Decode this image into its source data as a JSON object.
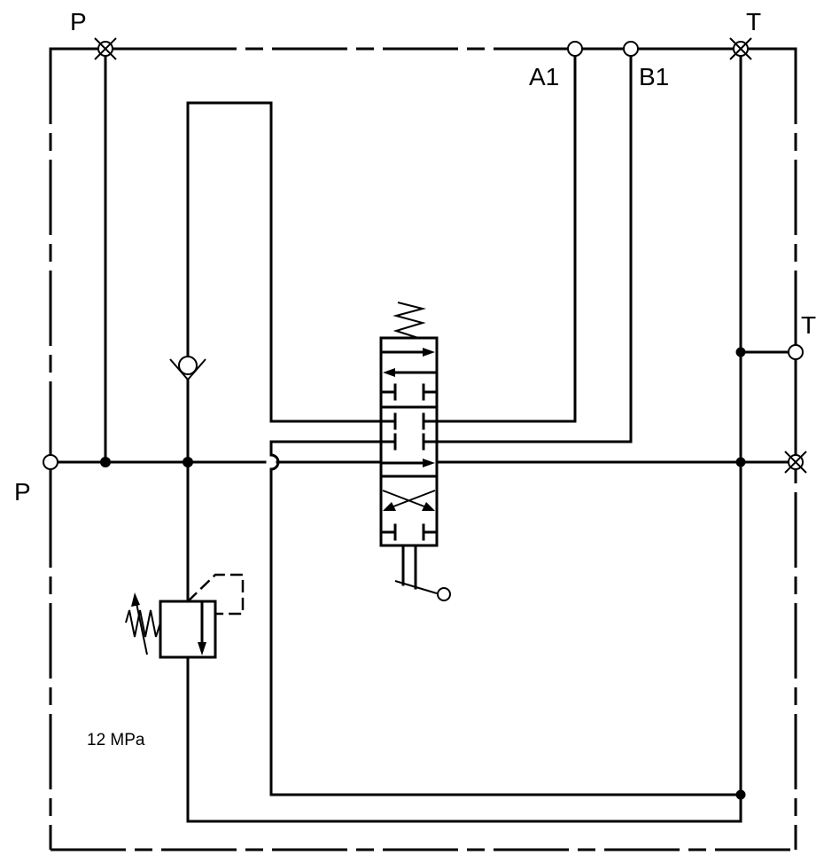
{
  "diagram": {
    "type": "hydraulic-schematic",
    "ports": {
      "p_top": "P",
      "p_left": "P",
      "a1": "A1",
      "b1": "B1",
      "t_top": "T",
      "t_right": "T"
    },
    "relief_valve": {
      "setting_label": "12 MPa"
    },
    "components": [
      "boundary-enclosure",
      "check-valve",
      "pressure-relief-valve",
      "3-position-directional-control-valve",
      "spring-return",
      "manual-lever"
    ],
    "colors": {
      "line": "#000000",
      "background": "#ffffff"
    }
  }
}
